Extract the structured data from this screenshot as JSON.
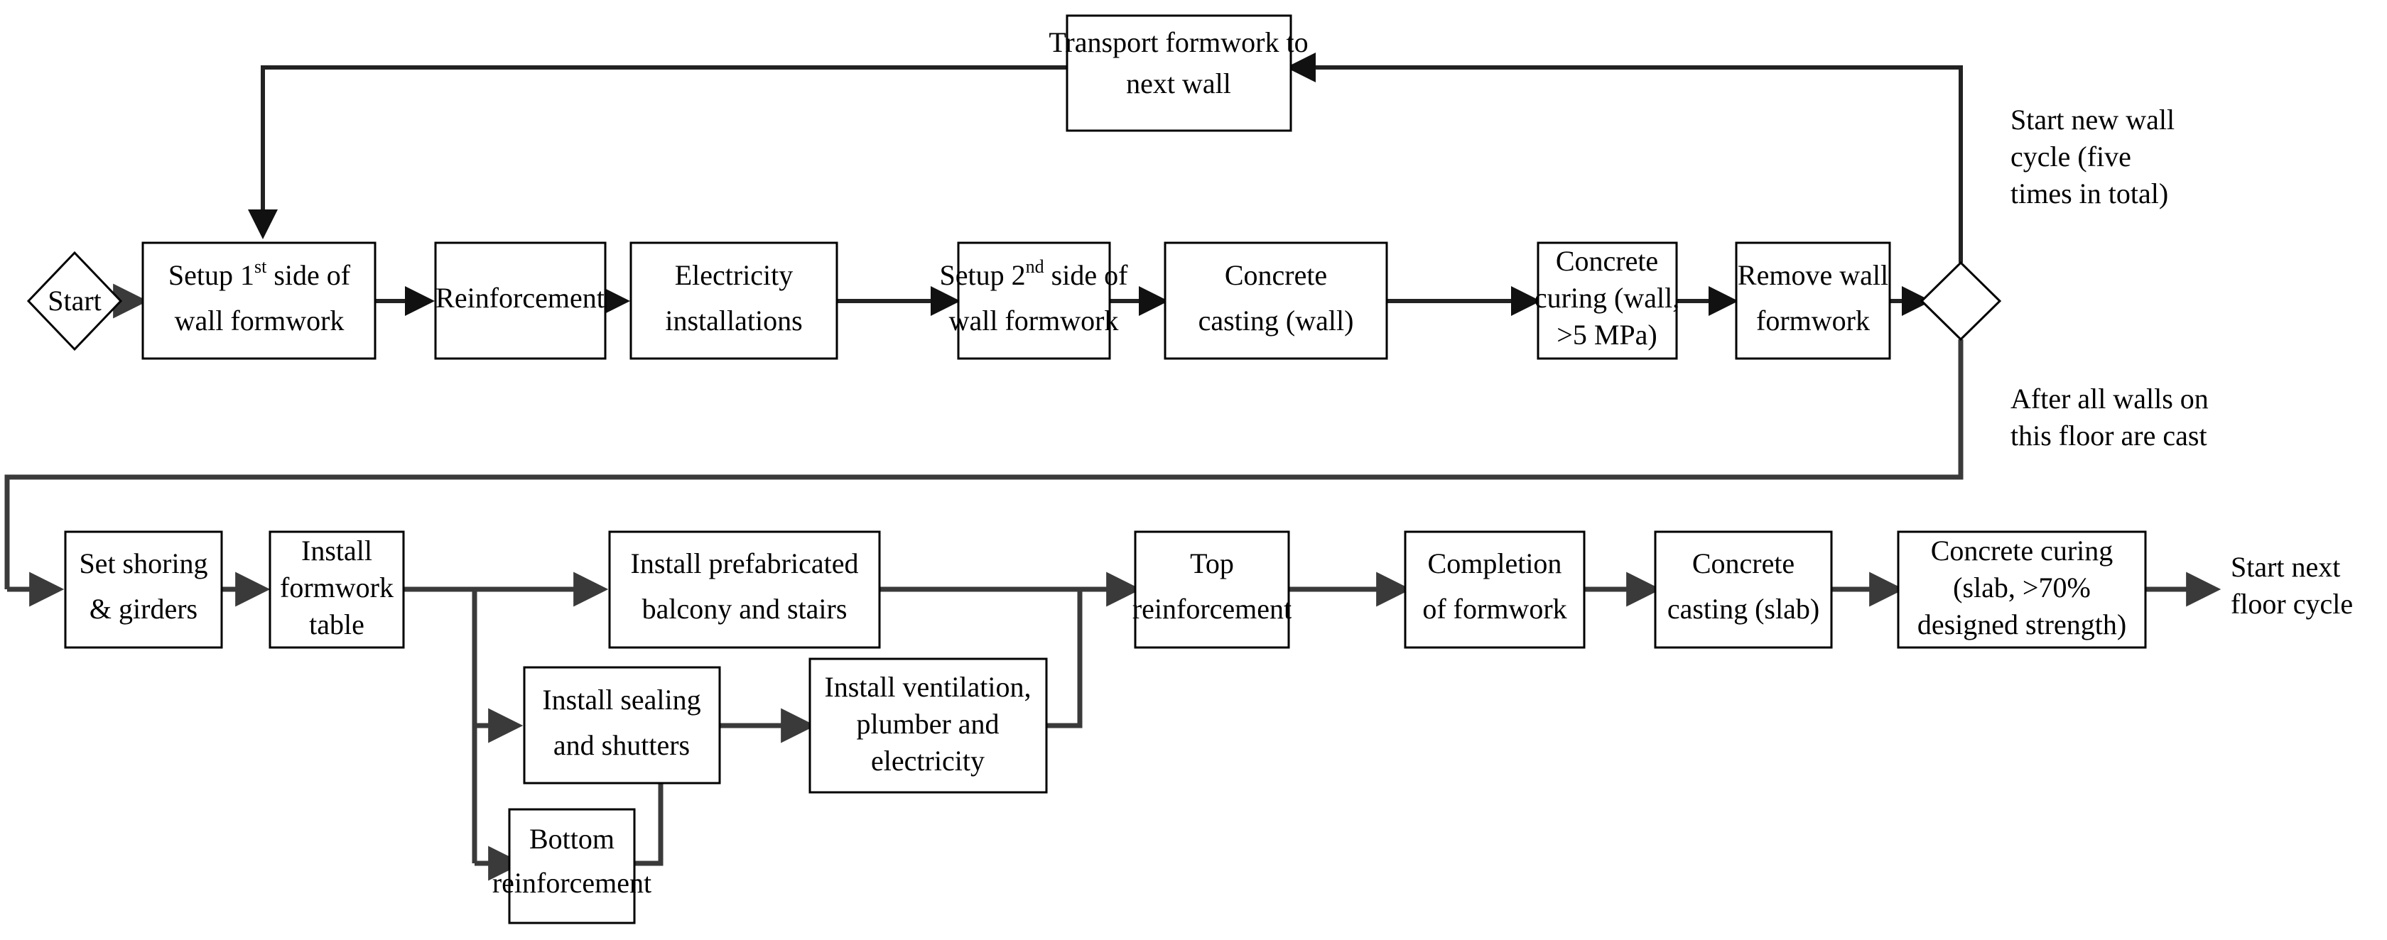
{
  "diagram": {
    "title": "Construction wall and slab cycle flowchart",
    "colors": {
      "box_stroke": "#000000",
      "box_fill": "#ffffff",
      "connector": "#3a3a3a",
      "text": "#000000",
      "background": "#ffffff"
    },
    "start_label": "Start",
    "nodes": {
      "transport_formwork": {
        "line1": "Transport formwork to",
        "line2": "next wall"
      },
      "setup_first_side": {
        "line1_a": "Setup 1",
        "line1_sup": "st",
        "line1_b": " side of",
        "line2": "wall formwork"
      },
      "reinforcement": {
        "line1": "Reinforcement"
      },
      "electricity_installations": {
        "line1": "Electricity",
        "line2": "installations"
      },
      "setup_second_side": {
        "line1_a": "Setup 2",
        "line1_sup": "nd",
        "line1_b": " side of",
        "line2": "wall formwork"
      },
      "concrete_casting_wall": {
        "line1": "Concrete",
        "line2": "casting (wall)"
      },
      "concrete_curing_wall": {
        "line1": "Concrete",
        "line2": "curing (wall,",
        "line3": ">5 MPa)"
      },
      "remove_wall_formwork": {
        "line1": "Remove wall",
        "line2": "formwork"
      },
      "set_shoring_girders": {
        "line1": "Set shoring",
        "line2": "& girders"
      },
      "install_formwork_table": {
        "line1": "Install",
        "line2": "formwork",
        "line3": "table"
      },
      "install_prefab_balcony_stairs": {
        "line1": "Install prefabricated",
        "line2": "balcony and stairs"
      },
      "install_sealing_shutters": {
        "line1": "Install sealing",
        "line2": "and shutters"
      },
      "bottom_reinforcement": {
        "line1": "Bottom",
        "line2": "reinforcement"
      },
      "install_ventilation_plumber_electricity": {
        "line1": "Install ventilation,",
        "line2": "plumber and",
        "line3": "electricity"
      },
      "top_reinforcement": {
        "line1": "Top",
        "line2": "reinforcement"
      },
      "completion_of_formwork": {
        "line1": "Completion",
        "line2": "of formwork"
      },
      "concrete_casting_slab": {
        "line1": "Concrete",
        "line2": "casting (slab)"
      },
      "concrete_curing_slab": {
        "line1": "Concrete curing",
        "line2": "(slab, >70%",
        "line3": "designed strength)"
      }
    },
    "annotations": {
      "start_new_wall_cycle": {
        "line1": "Start new wall",
        "line2": "cycle (five",
        "line3": "times in total)"
      },
      "after_all_walls": {
        "line1": "After all walls on",
        "line2": "this floor are cast"
      },
      "start_next_floor": {
        "line1": "Start next",
        "line2": "floor cycle"
      }
    }
  }
}
